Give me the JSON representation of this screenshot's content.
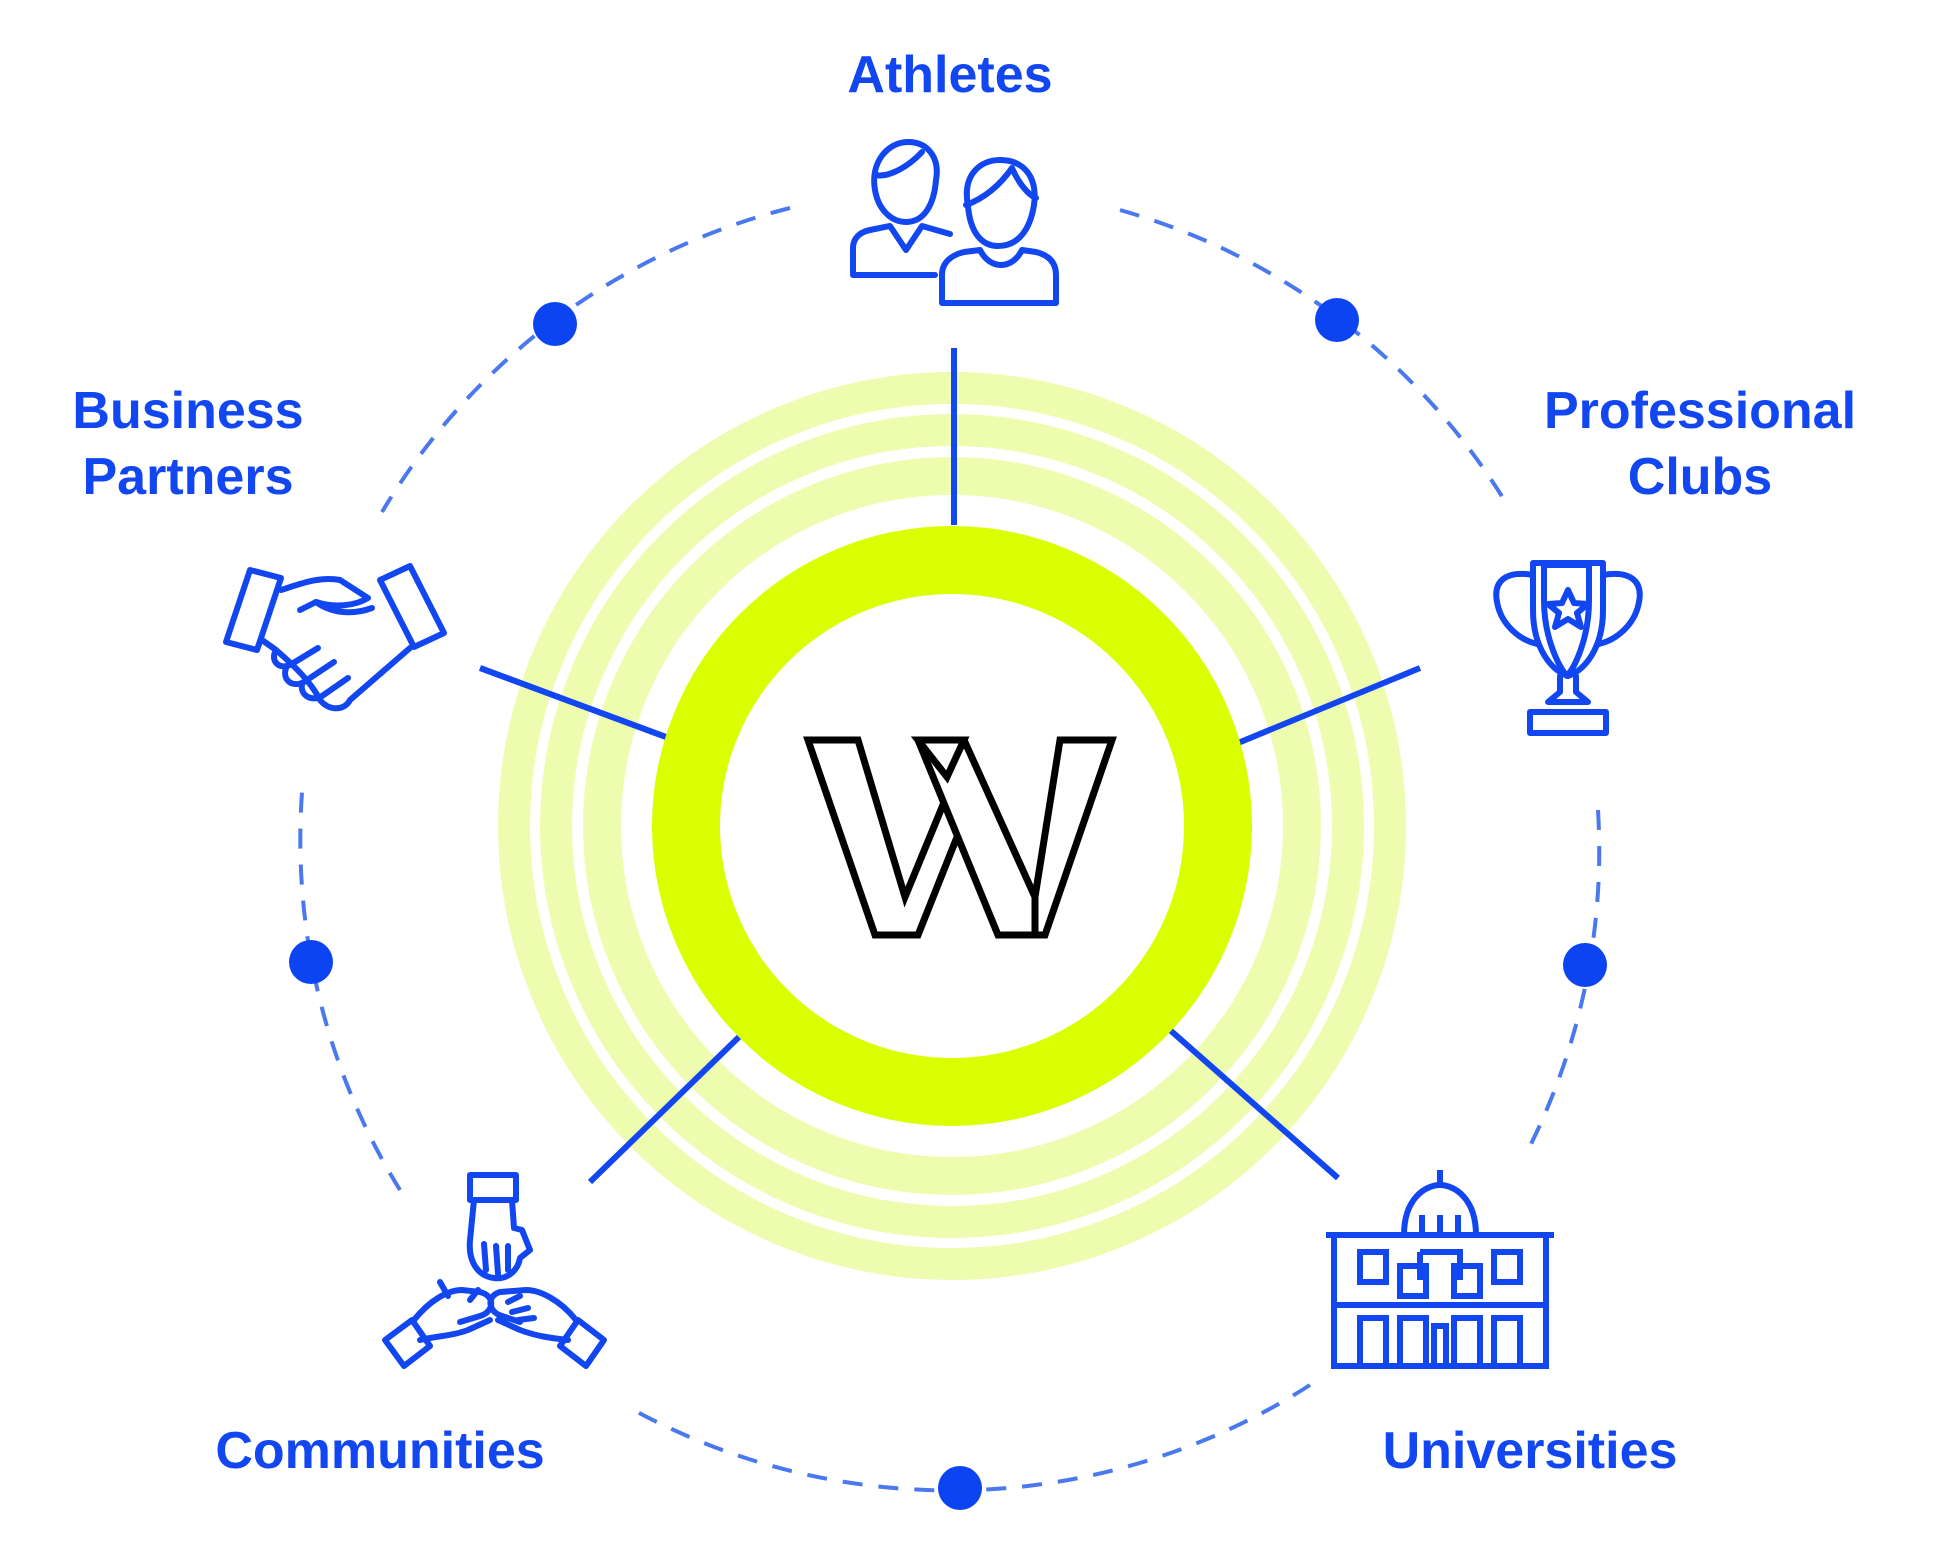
{
  "hub": {
    "logo_letter": "W",
    "ring_color": "#d9ff00",
    "glow_color": "#eefcb0"
  },
  "colors": {
    "accent": "#1146f0",
    "logo_stroke": "#000000"
  },
  "stakeholders": [
    {
      "id": "athletes",
      "icon": "two-people-icon",
      "lines": [
        "Athletes"
      ]
    },
    {
      "id": "professional-clubs",
      "icon": "trophy-icon",
      "lines": [
        "Professional",
        "Clubs"
      ]
    },
    {
      "id": "universities",
      "icon": "university-building-icon",
      "lines": [
        "Universities"
      ]
    },
    {
      "id": "communities",
      "icon": "stacked-hands-icon",
      "lines": [
        "Communities"
      ]
    },
    {
      "id": "business-partners",
      "icon": "handshake-icon",
      "lines": [
        "Business",
        "Partners"
      ]
    }
  ]
}
